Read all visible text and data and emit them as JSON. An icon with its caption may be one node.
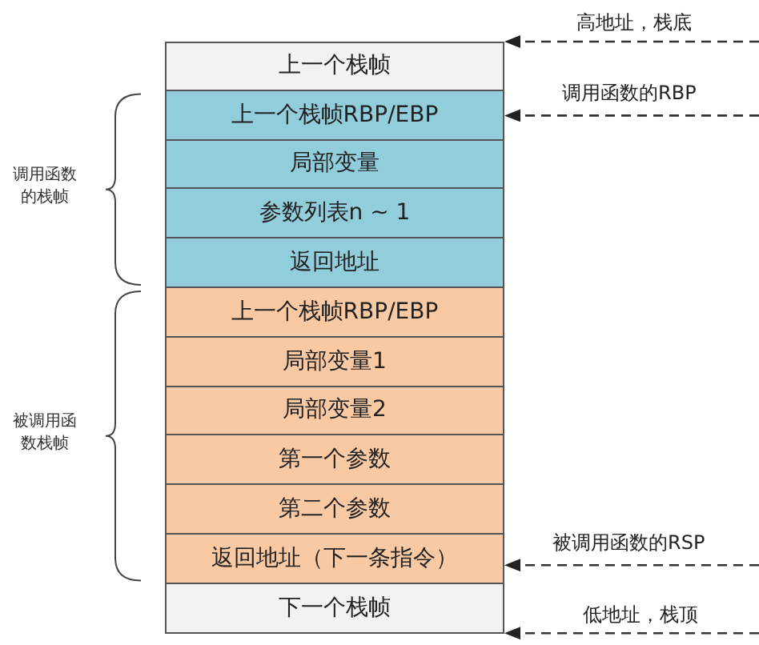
{
  "diagram": {
    "nodes": [
      {
        "text": [
          "上一个栈帧"
        ]
      },
      {
        "text": [
          "上一个栈帧RBP/EBP"
        ]
      },
      {
        "text": [
          "局部变量"
        ]
      },
      {
        "text": [
          "参数列表n ~ 1"
        ]
      },
      {
        "text": [
          "返回地址"
        ]
      },
      {
        "text": [
          "上一个栈帧RBP/EBP"
        ]
      },
      {
        "text": [
          "局部变量1"
        ]
      },
      {
        "text": [
          "局部变量2"
        ]
      },
      {
        "text": [
          "第一个参数"
        ]
      },
      {
        "text": [
          "第二个参数"
        ]
      },
      {
        "text": [
          "返回地址（下一条指令）"
        ]
      },
      {
        "text": [
          "下一个栈帧"
        ]
      }
    ],
    "edges": [
      {
        "from": null,
        "to": 0,
        "arrow": "to",
        "style": "dashed",
        "label": "高地址，栈底"
      },
      {
        "from": null,
        "to": 1,
        "arrow": "to",
        "style": "dashed",
        "label": "调用函数的RBP"
      },
      {
        "from": null,
        "to": 10,
        "arrow": "to",
        "style": "dashed",
        "label": "被调用函数的RSP"
      },
      {
        "from": null,
        "to": 11,
        "arrow": "to",
        "style": "dashed",
        "label": "低地址，栈顶"
      }
    ],
    "labels": [
      "调用函数的栈帧",
      "被调用函数栈帧"
    ]
  }
}
